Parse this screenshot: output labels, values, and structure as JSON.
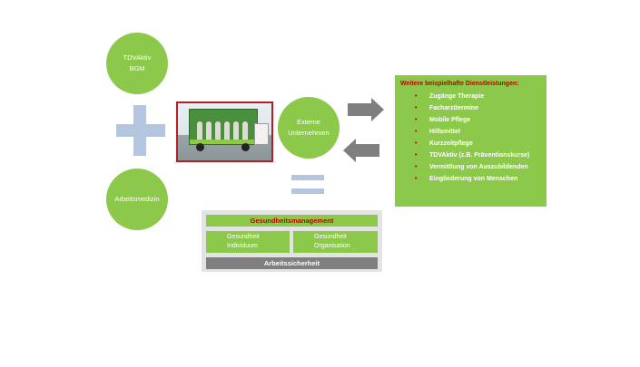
{
  "circles": {
    "tdvaktiv": [
      "TDVAktiv",
      "BGM"
    ],
    "arbeitsmedizin": "Arbeitsmedizin",
    "extern": [
      "Externe",
      "Unternehmen"
    ]
  },
  "services": {
    "title": "Weitere beispielhafte Dienstleistungen:",
    "items": [
      "Zugänge Therapie",
      "Facharzttermine",
      "Mobile Pflege",
      "Hilfsmittel",
      "Kurzzeitpflege",
      "TDVAktiv (z.B. Präventionskurse)",
      "Vermittlung von Auszubildenden",
      "Eingliederung von Menschen"
    ]
  },
  "gesundheit": {
    "top": "Gesundheitsmanagement",
    "individuum": [
      "Gesundheit",
      "Individuum"
    ],
    "organisation": [
      "Gesundheit",
      "Organisation"
    ],
    "bottom": "Arbeitssicherheit"
  },
  "colors": {
    "green": "#8cc94a",
    "red": "#c00000",
    "blue_light": "#b4c5e0",
    "grey": "#7f7f7f"
  },
  "icons": [
    "plus-sign",
    "equals-sign",
    "arrow-right",
    "arrow-left"
  ]
}
